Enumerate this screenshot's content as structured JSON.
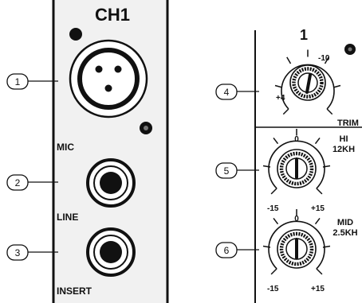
{
  "left_panel": {
    "title": "CH1",
    "mic_label": "MIC",
    "line_label": "LINE",
    "insert_label": "INSERT"
  },
  "right_panel": {
    "channel_number": "1",
    "trim": {
      "label": "TRIM",
      "scale_left": "+4",
      "scale_top": "-10"
    },
    "hi": {
      "label_line1": "HI",
      "label_line2": "12KH",
      "scale_top": "0",
      "scale_left": "-15",
      "scale_right": "+15"
    },
    "mid": {
      "label_line1": "MID",
      "label_line2": "2.5KH",
      "scale_top": "0",
      "scale_left": "-15",
      "scale_right": "+15"
    }
  },
  "callouts": [
    "1",
    "2",
    "3",
    "4",
    "5",
    "6"
  ],
  "colors": {
    "ink": "#111111",
    "panel": "#f1f1f1",
    "background": "#ffffff"
  }
}
